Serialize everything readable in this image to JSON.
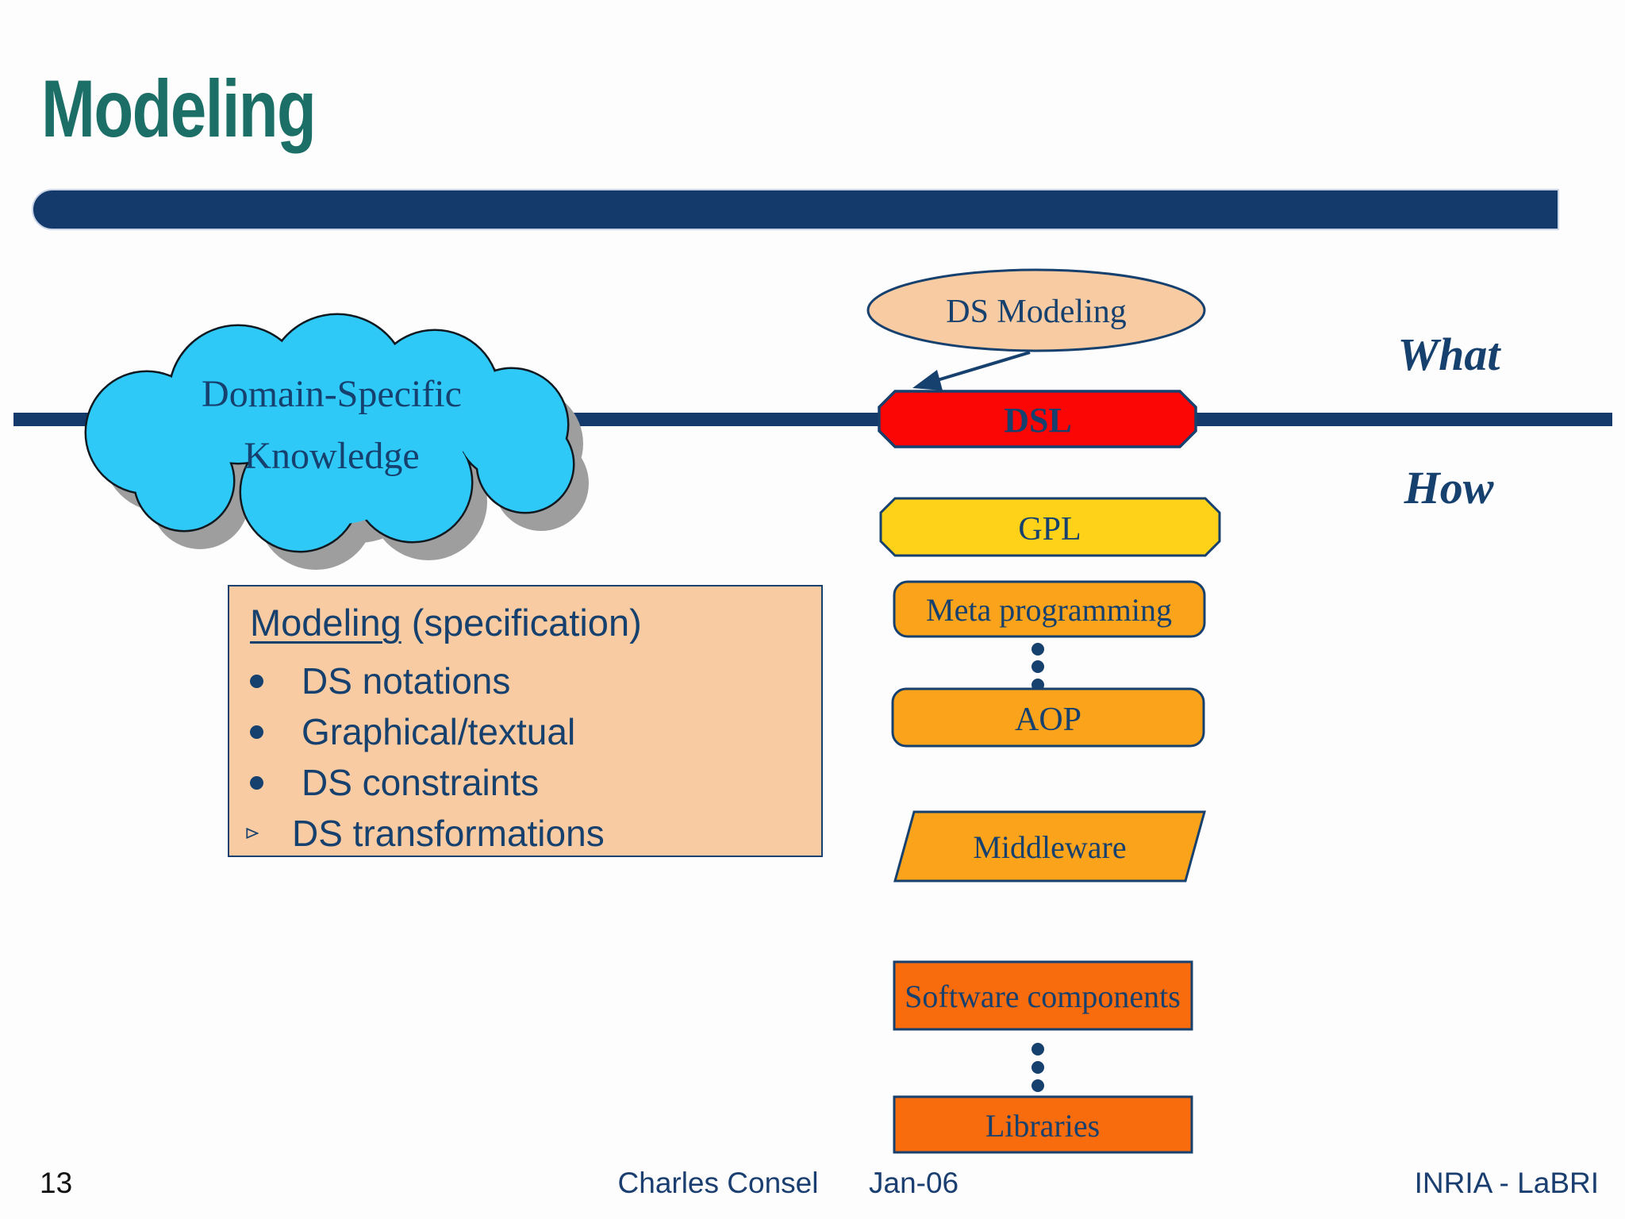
{
  "slide": {
    "title": "Modeling",
    "page_number": "13",
    "footer": {
      "author": "Charles Consel",
      "date": "Jan-06",
      "affiliation": "INRIA - LaBRI"
    }
  },
  "labels": {
    "what": "What",
    "how": "How"
  },
  "cloud": {
    "line1": "Domain-Specific",
    "line2": "Knowledge"
  },
  "diagram": {
    "ds_modeling": "DS Modeling",
    "dsl": "DSL",
    "gpl": "GPL",
    "meta_programming": "Meta programming",
    "aop": "AOP",
    "middleware": "Middleware",
    "software_components": "Software components",
    "libraries": "Libraries"
  },
  "spec_box": {
    "heading_underlined": "Modeling",
    "heading_rest": " (specification)",
    "items": [
      {
        "bullet": "dot",
        "label": "DS notations"
      },
      {
        "bullet": "dot",
        "label": "Graphical/textual"
      },
      {
        "bullet": "dot",
        "label": "DS constraints"
      },
      {
        "bullet": "arrow",
        "label": "DS transformations"
      }
    ]
  },
  "colors": {
    "title_teal": "#1c6f66",
    "navy": "#16406e",
    "bar_navy": "#133a6b",
    "cloud_cyan": "#2fc9f7",
    "shadow_gray": "#9e9e9e",
    "peach": "#f8cba2",
    "dsl_red": "#fb0505",
    "gpl_gold": "#ffd21a",
    "orange": "#fba41b",
    "deep_orange": "#f96c0e",
    "dsl_text": "#ffffff"
  }
}
